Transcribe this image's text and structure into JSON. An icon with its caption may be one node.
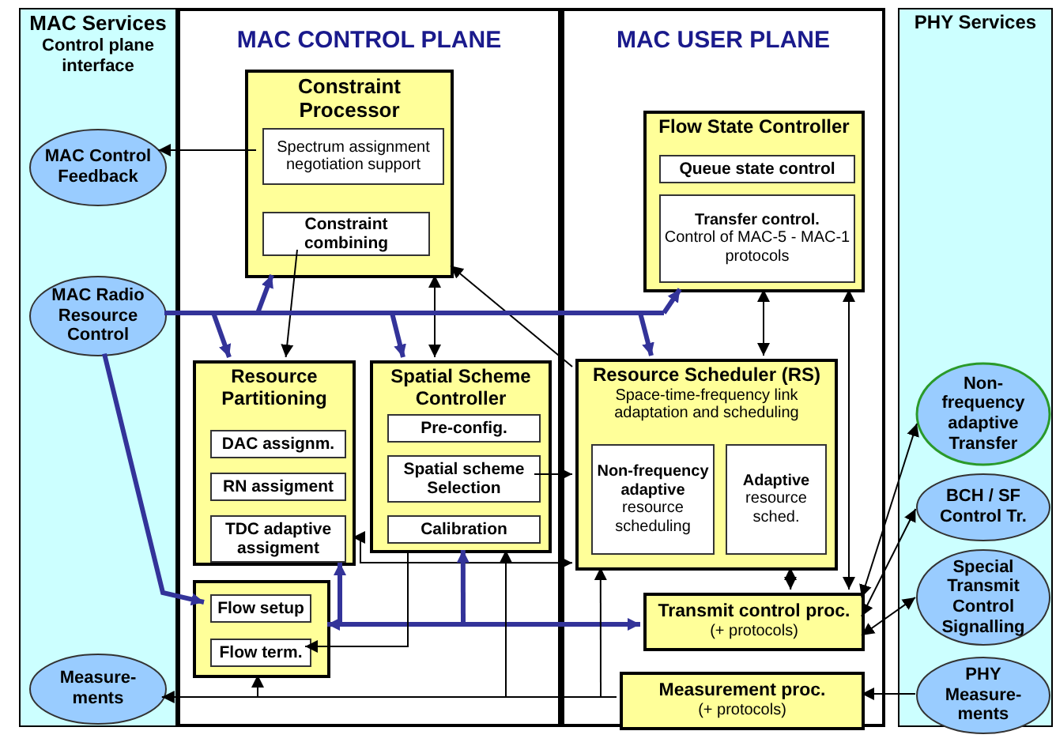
{
  "diagram": {
    "nodes": [
      {
        "text": [
          "MAC Services",
          "Control plane interface"
        ]
      },
      {
        "text": [
          "MAC CONTROL PLANE"
        ]
      },
      {
        "text": [
          "MAC USER PLANE"
        ]
      },
      {
        "text": [
          "PHY Services"
        ]
      },
      {
        "text": [
          "MAC Control Feedback"
        ],
        "in": 0
      },
      {
        "text": [
          "MAC Radio Resource Control"
        ],
        "in": 0
      },
      {
        "text": [
          "Measure-ments"
        ],
        "in": 0
      },
      {
        "text": [
          "Constraint Processor"
        ],
        "in": 1
      },
      {
        "text": [
          "Spectrum assignment negotiation support"
        ],
        "in": 7
      },
      {
        "text": [
          "Constraint combining"
        ],
        "in": 7
      },
      {
        "text": [
          "Resource Partitioning"
        ],
        "in": 1
      },
      {
        "text": [
          "DAC assignm."
        ],
        "in": 10
      },
      {
        "text": [
          "RN assigment"
        ],
        "in": 10
      },
      {
        "text": [
          "TDC adaptive assigment"
        ],
        "in": 10
      },
      {
        "text": [
          "Spatial Scheme Controller"
        ],
        "in": 1
      },
      {
        "text": [
          "Pre-config."
        ],
        "in": 14
      },
      {
        "text": [
          "Spatial scheme Selection"
        ],
        "in": 14
      },
      {
        "text": [
          "Calibration"
        ],
        "in": 14
      },
      {
        "text": [],
        "shape": "box",
        "in": 1
      },
      {
        "text": [
          "Flow setup"
        ],
        "in": 18
      },
      {
        "text": [
          "Flow term."
        ],
        "in": 18
      },
      {
        "text": [
          "Flow State Controller"
        ],
        "in": 2
      },
      {
        "text": [
          "Queue state control"
        ],
        "in": 21
      },
      {
        "text": [
          "Transfer control.",
          "Control of MAC-5 - MAC-1 protocols"
        ],
        "in": 21
      },
      {
        "text": [
          "Resource Scheduler (RS)",
          "Space-time-frequency link adaptation and scheduling"
        ],
        "in": 2
      },
      {
        "text": [
          "Non-frequency adaptive",
          "resource scheduling"
        ],
        "in": 24
      },
      {
        "text": [
          "Adaptive",
          "resource sched."
        ],
        "in": 24
      },
      {
        "text": [
          "Transmit control proc.",
          "(+ protocols)"
        ],
        "in": 2
      },
      {
        "text": [
          "Measurement proc.",
          "(+ protocols)"
        ],
        "in": 2
      },
      {
        "text": [
          "Non-frequency adaptive Transfer"
        ],
        "in": 3
      },
      {
        "text": [
          "BCH / SF Control Tr."
        ],
        "in": 3
      },
      {
        "text": [
          "Special Transmit Control Signalling"
        ],
        "in": 3
      },
      {
        "text": [
          "PHY Measure-ments"
        ],
        "in": 3
      }
    ],
    "edges": [
      {
        "from": 8,
        "to": 4,
        "arrow": "to"
      },
      {
        "from": 9,
        "to": 10,
        "arrow": "to"
      },
      {
        "from": 14,
        "to": 7,
        "arrow": "both"
      },
      {
        "from": 24,
        "to": 7,
        "arrow": "to"
      },
      {
        "from": 5,
        "to": 7,
        "arrow": "to",
        "style": "thick",
        "color": "#333399"
      },
      {
        "from": 5,
        "to": 10,
        "arrow": "to",
        "style": "thick",
        "color": "#333399"
      },
      {
        "from": 5,
        "to": 14,
        "arrow": "to",
        "style": "thick",
        "color": "#333399"
      },
      {
        "from": 5,
        "to": 21,
        "arrow": "to",
        "style": "thick",
        "color": "#333399"
      },
      {
        "from": 5,
        "to": 24,
        "arrow": "to",
        "style": "thick",
        "color": "#333399"
      },
      {
        "from": 5,
        "to": 19,
        "arrow": "to",
        "style": "thick",
        "color": "#333399"
      },
      {
        "from": 21,
        "to": 24,
        "arrow": "both"
      },
      {
        "from": 21,
        "to": 27,
        "arrow": "both"
      },
      {
        "from": 24,
        "to": 27,
        "arrow": "both"
      },
      {
        "from": 16,
        "to": 24,
        "arrow": "to"
      },
      {
        "from": 10,
        "to": 24,
        "arrow": "both"
      },
      {
        "from": 18,
        "to": 27,
        "arrow": "both",
        "style": "thick",
        "color": "#333399"
      },
      {
        "from": 10,
        "to": 27,
        "arrow": "both",
        "style": "thick",
        "color": "#333399"
      },
      {
        "from": 14,
        "to": 27,
        "arrow": "both",
        "style": "thick",
        "color": "#333399"
      },
      {
        "from": 14,
        "to": 20,
        "arrow": "to"
      },
      {
        "from": 28,
        "to": 6,
        "arrow": "to"
      },
      {
        "from": 28,
        "to": 18,
        "arrow": "to"
      },
      {
        "from": 28,
        "to": 14,
        "arrow": "to"
      },
      {
        "from": 28,
        "to": 24,
        "arrow": "to"
      },
      {
        "from": 32,
        "to": 28,
        "arrow": "to"
      },
      {
        "from": 27,
        "to": 29,
        "arrow": "both"
      },
      {
        "from": 27,
        "to": 30,
        "arrow": "both"
      },
      {
        "from": 27,
        "to": 31,
        "arrow": "both"
      }
    ]
  }
}
